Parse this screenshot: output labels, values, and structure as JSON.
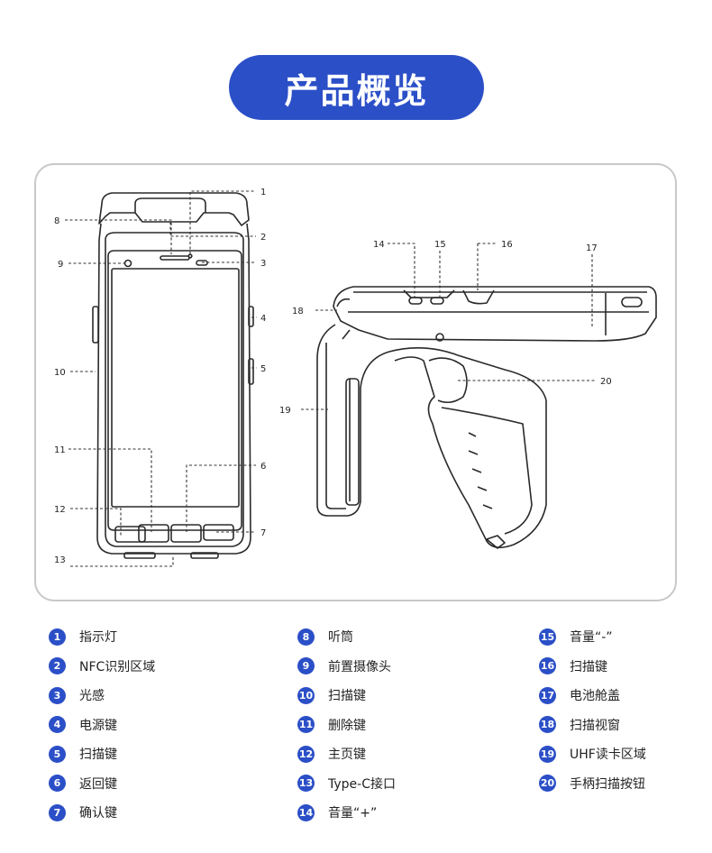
{
  "title": "产品概览",
  "colors": {
    "accent": "#2b4fc7",
    "line": "#333333"
  },
  "callouts": {
    "c1": "1",
    "c2": "2",
    "c3": "3",
    "c4": "4",
    "c5": "5",
    "c6": "6",
    "c7": "7",
    "c8": "8",
    "c9": "9",
    "c10": "10",
    "c11": "11",
    "c12": "12",
    "c13": "13",
    "c14": "14",
    "c15": "15",
    "c16": "16",
    "c17": "17",
    "c18": "18",
    "c19": "19",
    "c20": "20"
  },
  "legend": {
    "col1": [
      {
        "num": "1",
        "label": "指示灯"
      },
      {
        "num": "2",
        "label": "NFC识别区域"
      },
      {
        "num": "3",
        "label": "光感"
      },
      {
        "num": "4",
        "label": "电源键"
      },
      {
        "num": "5",
        "label": "扫描键"
      },
      {
        "num": "6",
        "label": "返回键"
      },
      {
        "num": "7",
        "label": "确认键"
      }
    ],
    "col2": [
      {
        "num": "8",
        "label": "听筒"
      },
      {
        "num": "9",
        "label": "前置摄像头"
      },
      {
        "num": "10",
        "label": "扫描键"
      },
      {
        "num": "11",
        "label": "删除键"
      },
      {
        "num": "12",
        "label": "主页键"
      },
      {
        "num": "13",
        "label": "Type-C接口"
      },
      {
        "num": "14",
        "label": "音量“+”"
      }
    ],
    "col3": [
      {
        "num": "15",
        "label": "音量“-”"
      },
      {
        "num": "16",
        "label": "扫描键"
      },
      {
        "num": "17",
        "label": "电池舱盖"
      },
      {
        "num": "18",
        "label": "扫描视窗"
      },
      {
        "num": "19",
        "label": "UHF读卡区域"
      },
      {
        "num": "20",
        "label": "手柄扫描按钮"
      }
    ]
  }
}
